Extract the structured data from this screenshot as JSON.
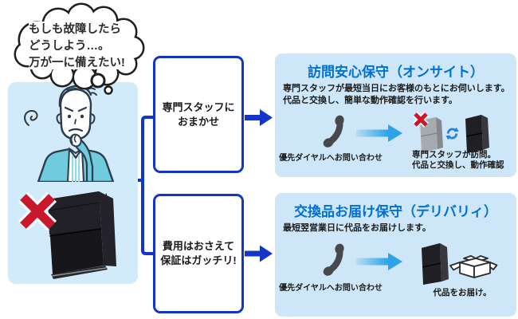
{
  "thought_bubble": {
    "lines": [
      "もしも故障したら",
      "どうしよう…。",
      "万が一に備えたい!"
    ]
  },
  "decision": {
    "boxes": [
      {
        "lines": [
          "専門スタッフに",
          "おまかせ"
        ]
      },
      {
        "lines": [
          "費用はおさえて",
          "保証はガッチリ!"
        ]
      }
    ]
  },
  "panels": [
    {
      "title": "訪問安心保守（オンサイト）",
      "description_lines": [
        "専門スタッフが最短当日にお客様のもとにお伺いします。",
        "代品と交換し、簡単な動作確認を行います。"
      ],
      "phone_caption": "優先ダイヤルへお問い合わせ",
      "result_caption_lines": [
        "専門スタッフが訪問。",
        "代品と交換し、動作確認"
      ]
    },
    {
      "title": "交換品お届け保守（デリバリィ）",
      "description_lines": [
        "最短翌営業日に代品をお届けします。"
      ],
      "phone_caption": "優先ダイヤルへお問い合わせ",
      "result_caption_lines": [
        "代品をお届け。"
      ]
    }
  ],
  "icons": {
    "phone": "telephone-handset",
    "refresh": "circular-swap-arrows",
    "cross": "red-x-failure-mark",
    "box": "open-delivery-carton",
    "device": "nas-tower"
  },
  "colors": {
    "accent_blue": "#1535c8",
    "title_blue": "#0070d0",
    "panel_bg": "#cde7f8",
    "card_bg": "#d2ebfa",
    "alert_red": "#c9172c",
    "gradient_arrow_start": "#b9dcf3",
    "gradient_arrow_end": "#2da3e8",
    "jacket_cyan": "#70cbdc"
  }
}
